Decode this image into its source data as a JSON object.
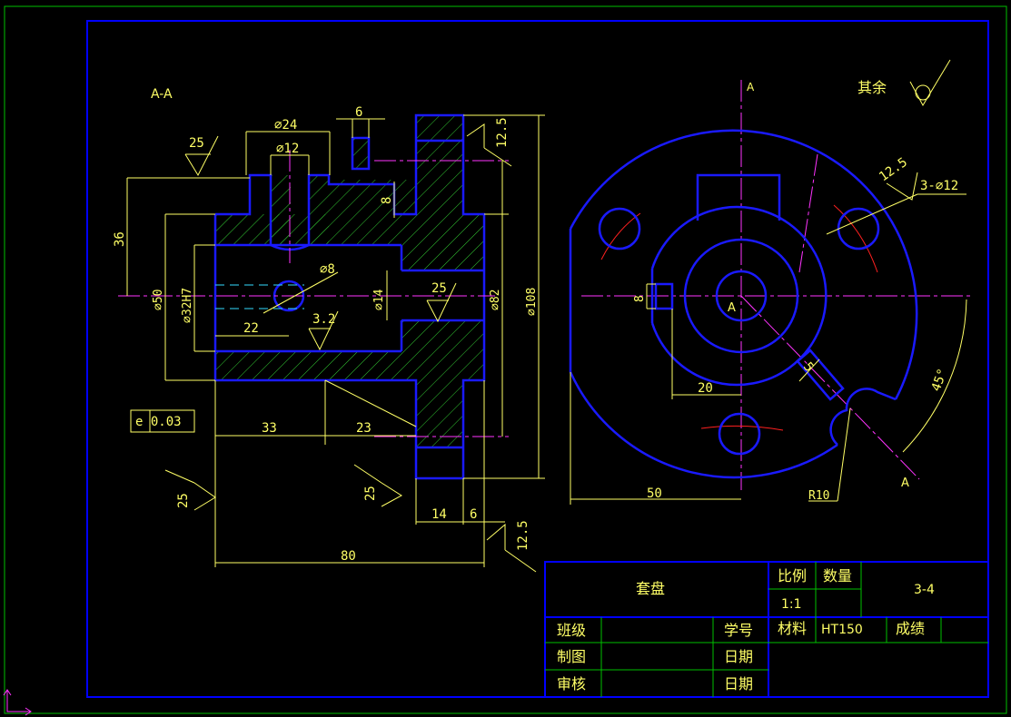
{
  "section_label": "A-A",
  "section_marker": "A",
  "surface_note": "其余",
  "dimensions": {
    "d24": "⌀24",
    "d12": "⌀12",
    "w6_top": "6",
    "r12_5_top": "12.5",
    "r25_top": "25",
    "h36": "36",
    "h8": "8",
    "d8": "⌀8",
    "d14": "⌀14",
    "r25_mid": "25",
    "d82": "⌀82",
    "d108": "⌀108",
    "d50": "⌀50",
    "d32H7": "⌀32H7",
    "len22": "22",
    "r3_2": "3.2",
    "tol": "e 0.03",
    "len33": "33",
    "len23": "23",
    "r25_left": "25",
    "r25_bot": "25",
    "len14": "14",
    "len6_bot": "6",
    "r12_5_bot": "12.5",
    "len80": "80",
    "holes": "3-⌀12",
    "r12_5_right": "12.5",
    "k8": "8",
    "len20": "20",
    "len5": "5",
    "ang45": "45°",
    "len50": "50",
    "r10": "R10"
  },
  "title_block": {
    "part_name": "套盘",
    "scale_label": "比例",
    "scale_value": "1:1",
    "qty_label": "数量",
    "drawing_no": "3-4",
    "class_label": "班级",
    "student_no_label": "学号",
    "material_label": "材料",
    "material_value": "HT150",
    "grade_label": "成绩",
    "drawn_label": "制图",
    "date_label_1": "日期",
    "check_label": "审核",
    "date_label_2": "日期"
  },
  "colors": {
    "frame": "#0000ff",
    "outline": "#1a1aff",
    "dimension": "#ffff66",
    "hatch": "#33cc33",
    "centerline": "#ff33ff",
    "red": "#ff2020",
    "green_border": "#00c000",
    "cyan": "#33ddff"
  }
}
